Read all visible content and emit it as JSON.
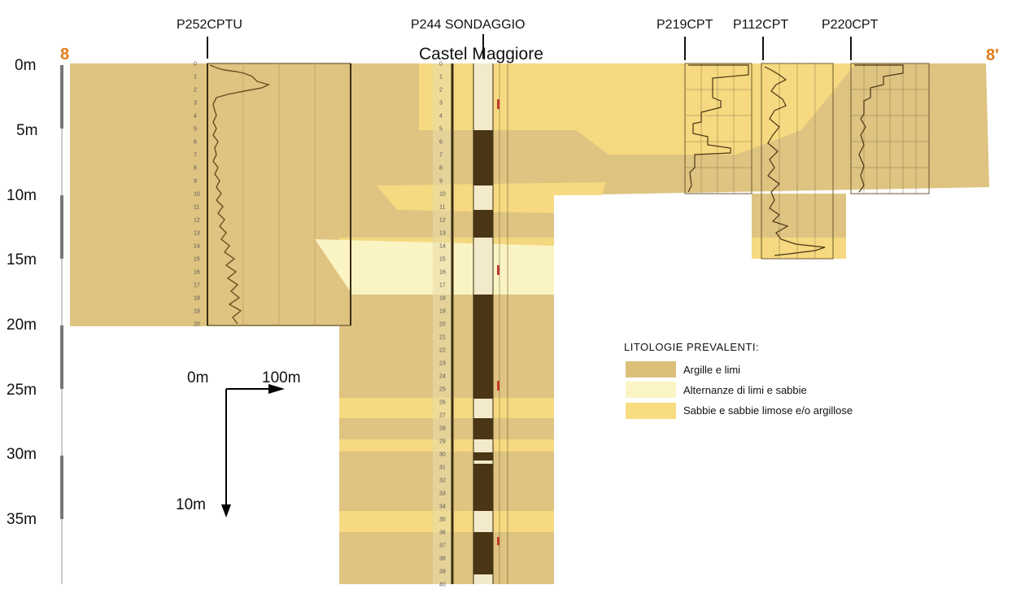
{
  "section": {
    "start_label": "8",
    "end_label": "8'"
  },
  "place": "Castel Maggiore",
  "wells": [
    {
      "id": "P252CPTU"
    },
    {
      "id": "P244 SONDAGGIO"
    },
    {
      "id": "P219CPT"
    },
    {
      "id": "P112CPT"
    },
    {
      "id": "P220CPT"
    }
  ],
  "depth_axis": [
    "0m",
    "5m",
    "10m",
    "15m",
    "20m",
    "25m",
    "30m",
    "35m"
  ],
  "scale_bar": {
    "horizontal": "100m",
    "vertical": "10m",
    "origin": "0m"
  },
  "legend": {
    "title": "LITOLOGIE PREVALENTI:",
    "items": [
      {
        "label": "Argille e limi",
        "color": "#dcc07a"
      },
      {
        "label": "Alternanze di limi e sabbie",
        "color": "#fbf5c6"
      },
      {
        "label": "Sabbie e sabbie limose e/o argillose",
        "color": "#f8dc80"
      }
    ]
  },
  "colors": {
    "clay": "#dcc07a",
    "alternation": "#fbf5c6",
    "sand": "#f8dc80",
    "section_label": "#e07b1a",
    "core_dark": "#4a3514"
  }
}
